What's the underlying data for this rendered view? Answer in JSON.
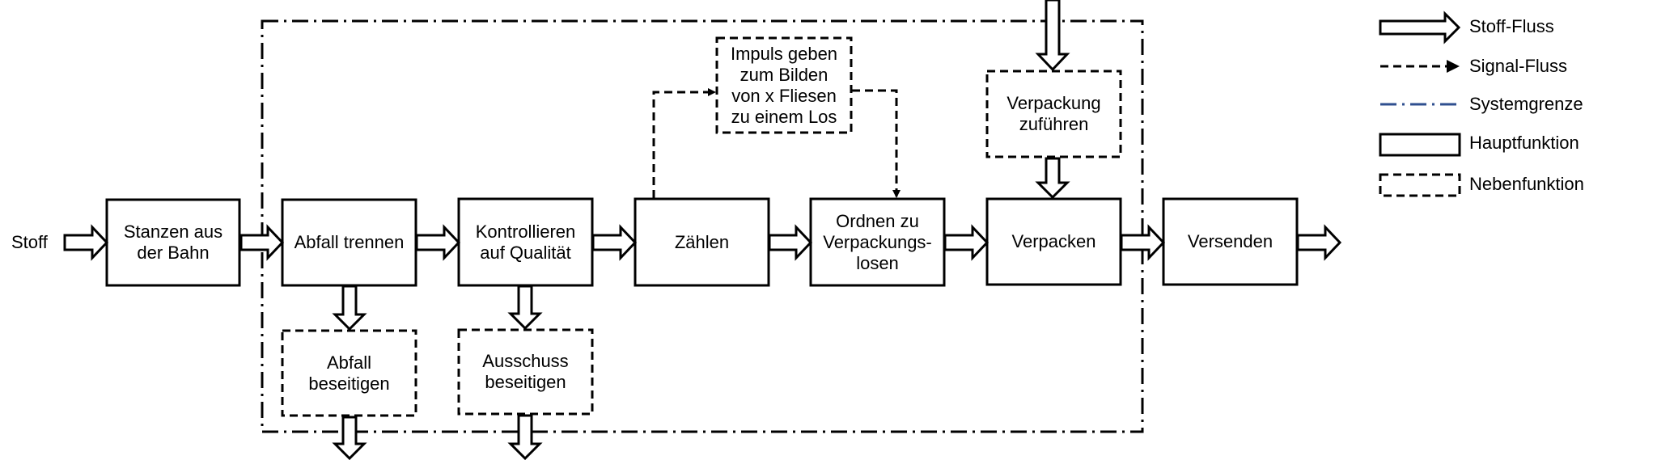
{
  "diagram": {
    "input_label": "Stoff",
    "main_functions": {
      "stanzen": [
        "Stanzen aus",
        "der Bahn"
      ],
      "abfall_trennen": [
        "Abfall trennen"
      ],
      "kontrollieren": [
        "Kontrollieren",
        "auf Qualität"
      ],
      "zaehlen": [
        "Zählen"
      ],
      "ordnen": [
        "Ordnen zu",
        "Verpackungs-",
        "losen"
      ],
      "verpacken": [
        "Verpacken"
      ],
      "versenden": [
        "Versenden"
      ]
    },
    "side_functions": {
      "abfall_beseitigen": [
        "Abfall",
        "beseitigen"
      ],
      "ausschuss_beseitigen": [
        "Ausschuss",
        "beseitigen"
      ],
      "impuls_geben": [
        "Impuls geben",
        "zum Bilden",
        "von x Fliesen",
        "zu einem Los"
      ],
      "verpackung_zufuehren": [
        "Verpackung",
        "zuführen"
      ]
    }
  },
  "legend": {
    "stoff_fluss": "Stoff-Fluss",
    "signal_fluss": "Signal-Fluss",
    "systemgrenze": "Systemgrenze",
    "hauptfunktion": "Hauptfunktion",
    "nebenfunktion": "Nebenfunktion",
    "systemgrenze_color": "#2f4f8f"
  }
}
